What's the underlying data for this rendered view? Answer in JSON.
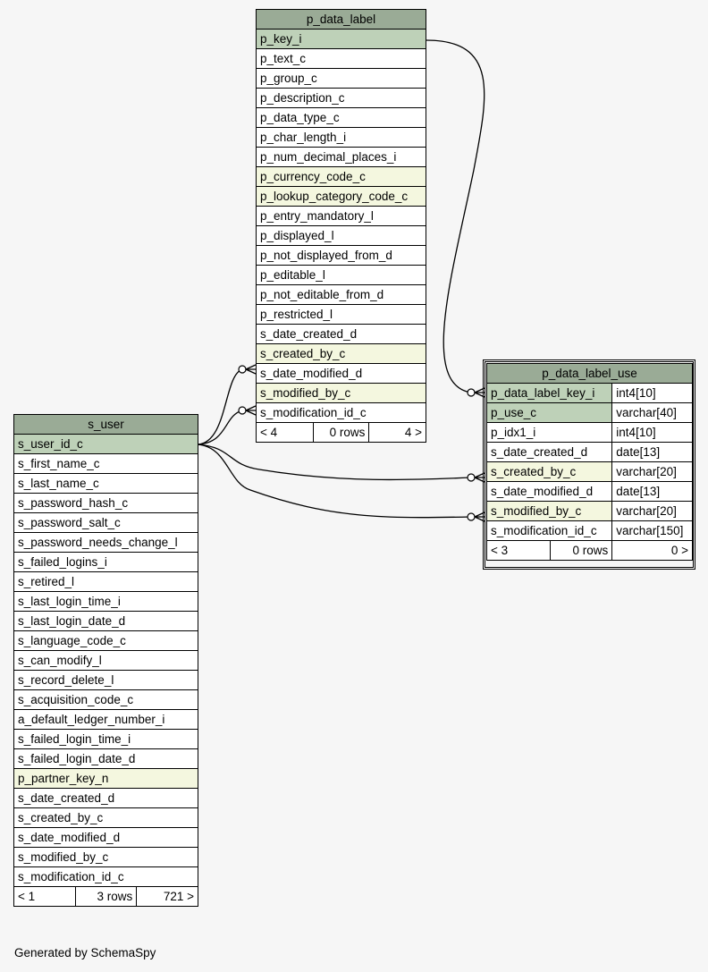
{
  "tables": {
    "p_data_label": {
      "name": "p_data_label",
      "columns": [
        {
          "name": "p_key_i",
          "kind": "pk"
        },
        {
          "name": "p_text_c",
          "kind": ""
        },
        {
          "name": "p_group_c",
          "kind": ""
        },
        {
          "name": "p_description_c",
          "kind": ""
        },
        {
          "name": "p_data_type_c",
          "kind": ""
        },
        {
          "name": "p_char_length_i",
          "kind": ""
        },
        {
          "name": "p_num_decimal_places_i",
          "kind": ""
        },
        {
          "name": "p_currency_code_c",
          "kind": "fk"
        },
        {
          "name": "p_lookup_category_code_c",
          "kind": "fk"
        },
        {
          "name": "p_entry_mandatory_l",
          "kind": ""
        },
        {
          "name": "p_displayed_l",
          "kind": ""
        },
        {
          "name": "p_not_displayed_from_d",
          "kind": ""
        },
        {
          "name": "p_editable_l",
          "kind": ""
        },
        {
          "name": "p_not_editable_from_d",
          "kind": ""
        },
        {
          "name": "p_restricted_l",
          "kind": ""
        },
        {
          "name": "s_date_created_d",
          "kind": ""
        },
        {
          "name": "s_created_by_c",
          "kind": "fk"
        },
        {
          "name": "s_date_modified_d",
          "kind": ""
        },
        {
          "name": "s_modified_by_c",
          "kind": "fk"
        },
        {
          "name": "s_modification_id_c",
          "kind": ""
        }
      ],
      "footer": {
        "parents": "< 4",
        "rows": "0 rows",
        "children": "4 >"
      }
    },
    "s_user": {
      "name": "s_user",
      "columns": [
        {
          "name": "s_user_id_c",
          "kind": "pk"
        },
        {
          "name": "s_first_name_c",
          "kind": ""
        },
        {
          "name": "s_last_name_c",
          "kind": ""
        },
        {
          "name": "s_password_hash_c",
          "kind": ""
        },
        {
          "name": "s_password_salt_c",
          "kind": ""
        },
        {
          "name": "s_password_needs_change_l",
          "kind": ""
        },
        {
          "name": "s_failed_logins_i",
          "kind": ""
        },
        {
          "name": "s_retired_l",
          "kind": ""
        },
        {
          "name": "s_last_login_time_i",
          "kind": ""
        },
        {
          "name": "s_last_login_date_d",
          "kind": ""
        },
        {
          "name": "s_language_code_c",
          "kind": ""
        },
        {
          "name": "s_can_modify_l",
          "kind": ""
        },
        {
          "name": "s_record_delete_l",
          "kind": ""
        },
        {
          "name": "s_acquisition_code_c",
          "kind": ""
        },
        {
          "name": "a_default_ledger_number_i",
          "kind": ""
        },
        {
          "name": "s_failed_login_time_i",
          "kind": ""
        },
        {
          "name": "s_failed_login_date_d",
          "kind": ""
        },
        {
          "name": "p_partner_key_n",
          "kind": "fk"
        },
        {
          "name": "s_date_created_d",
          "kind": ""
        },
        {
          "name": "s_created_by_c",
          "kind": ""
        },
        {
          "name": "s_date_modified_d",
          "kind": ""
        },
        {
          "name": "s_modified_by_c",
          "kind": ""
        },
        {
          "name": "s_modification_id_c",
          "kind": ""
        }
      ],
      "footer": {
        "parents": "< 1",
        "rows": "3 rows",
        "children": "721 >"
      }
    },
    "p_data_label_use": {
      "name": "p_data_label_use",
      "columns": [
        {
          "name": "p_data_label_key_i",
          "type": "int4[10]",
          "kind": "pk"
        },
        {
          "name": "p_use_c",
          "type": "varchar[40]",
          "kind": "pk"
        },
        {
          "name": "p_idx1_i",
          "type": "int4[10]",
          "kind": ""
        },
        {
          "name": "s_date_created_d",
          "type": "date[13]",
          "kind": ""
        },
        {
          "name": "s_created_by_c",
          "type": "varchar[20]",
          "kind": "fk"
        },
        {
          "name": "s_date_modified_d",
          "type": "date[13]",
          "kind": ""
        },
        {
          "name": "s_modified_by_c",
          "type": "varchar[20]",
          "kind": "fk"
        },
        {
          "name": "s_modification_id_c",
          "type": "varchar[150]",
          "kind": ""
        }
      ],
      "footer": {
        "parents": "< 3",
        "rows": "0 rows",
        "children": "0 >"
      }
    }
  },
  "relationships": [
    {
      "from": "p_data_label.p_key_i",
      "to": "p_data_label_use.p_data_label_key_i"
    },
    {
      "from": "s_user.s_user_id_c",
      "to": "p_data_label.s_created_by_c"
    },
    {
      "from": "s_user.s_user_id_c",
      "to": "p_data_label.s_modified_by_c"
    },
    {
      "from": "s_user.s_user_id_c",
      "to": "p_data_label_use.s_created_by_c"
    },
    {
      "from": "s_user.s_user_id_c",
      "to": "p_data_label_use.s_modified_by_c"
    }
  ],
  "colors": {
    "header": "#9aab96",
    "primary_key": "#bed1b8",
    "foreign_key": "#f4f7df",
    "background": "#f6f6f6"
  },
  "footer_note": "Generated by SchemaSpy"
}
